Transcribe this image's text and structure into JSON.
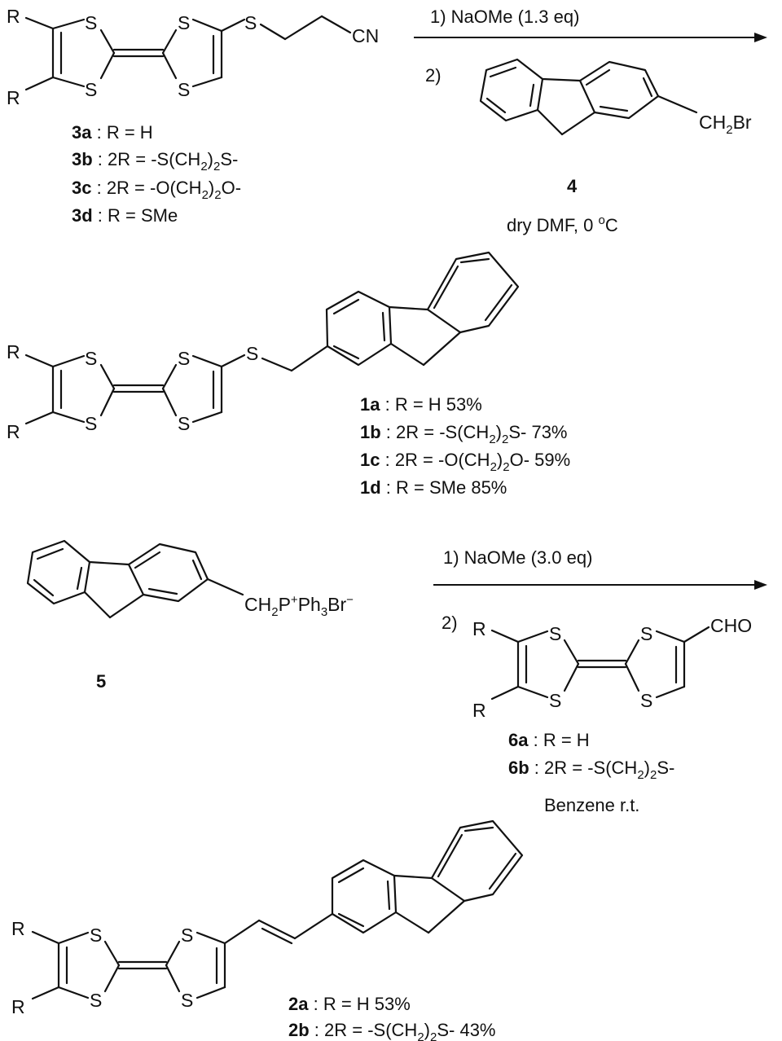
{
  "atoms": {
    "R": "R",
    "S": "S",
    "CN": "CN",
    "CHO": "CHO"
  },
  "reagent_4": {
    "main": "CH",
    "sub": "2",
    "tail": "Br"
  },
  "reagent_5": {
    "a": "CH",
    "a_sub": "2",
    "b": "P",
    "b_sup": "+",
    "c": "Ph",
    "c_sub": "3",
    "d": "Br",
    "d_sup": "−"
  },
  "step1": {
    "cond1": "1) NaOMe (1.3 eq)",
    "cond2": "2)",
    "compound": "4",
    "cond3": "dry DMF, 0 ",
    "deg": "o",
    "unit": "C"
  },
  "step2": {
    "cond1": "1) NaOMe (3.0 eq)",
    "cond2": "2)",
    "solvent": "Benzene r.t."
  },
  "compound_5": "5",
  "labels_3": [
    {
      "id": "3a",
      "text": " : R = H"
    },
    {
      "id": "3b",
      "pre": " : 2R = -S(CH",
      "sub": "2",
      "post": ")",
      "sub2": "2",
      "tail": "S-"
    },
    {
      "id": "3c",
      "pre": " : 2R = -O(CH",
      "sub": "2",
      "post": ")",
      "sub2": "2",
      "tail": "O-"
    },
    {
      "id": "3d",
      "text": " : R = SMe"
    }
  ],
  "labels_1": [
    {
      "id": "1a",
      "text": " : R = H  53%"
    },
    {
      "id": "1b",
      "pre": " : 2R = -S(CH",
      "sub": "2",
      "post": ")",
      "sub2": "2",
      "tail": "S-  73%"
    },
    {
      "id": "1c",
      "pre": " : 2R = -O(CH",
      "sub": "2",
      "post": ")",
      "sub2": "2",
      "tail": "O-  59%"
    },
    {
      "id": "1d",
      "text": " : R = SMe  85%"
    }
  ],
  "labels_6": [
    {
      "id": "6a",
      "text": " : R = H"
    },
    {
      "id": "6b",
      "pre": " : 2R = -S(CH",
      "sub": "2",
      "post": ")",
      "sub2": "2",
      "tail": "S-"
    }
  ],
  "labels_2": [
    {
      "id": "2a",
      "text": " : R = H  53%"
    },
    {
      "id": "2b",
      "pre": " : 2R = -S(CH",
      "sub": "2",
      "post": ")",
      "sub2": "2",
      "tail": "S-  43%"
    }
  ]
}
